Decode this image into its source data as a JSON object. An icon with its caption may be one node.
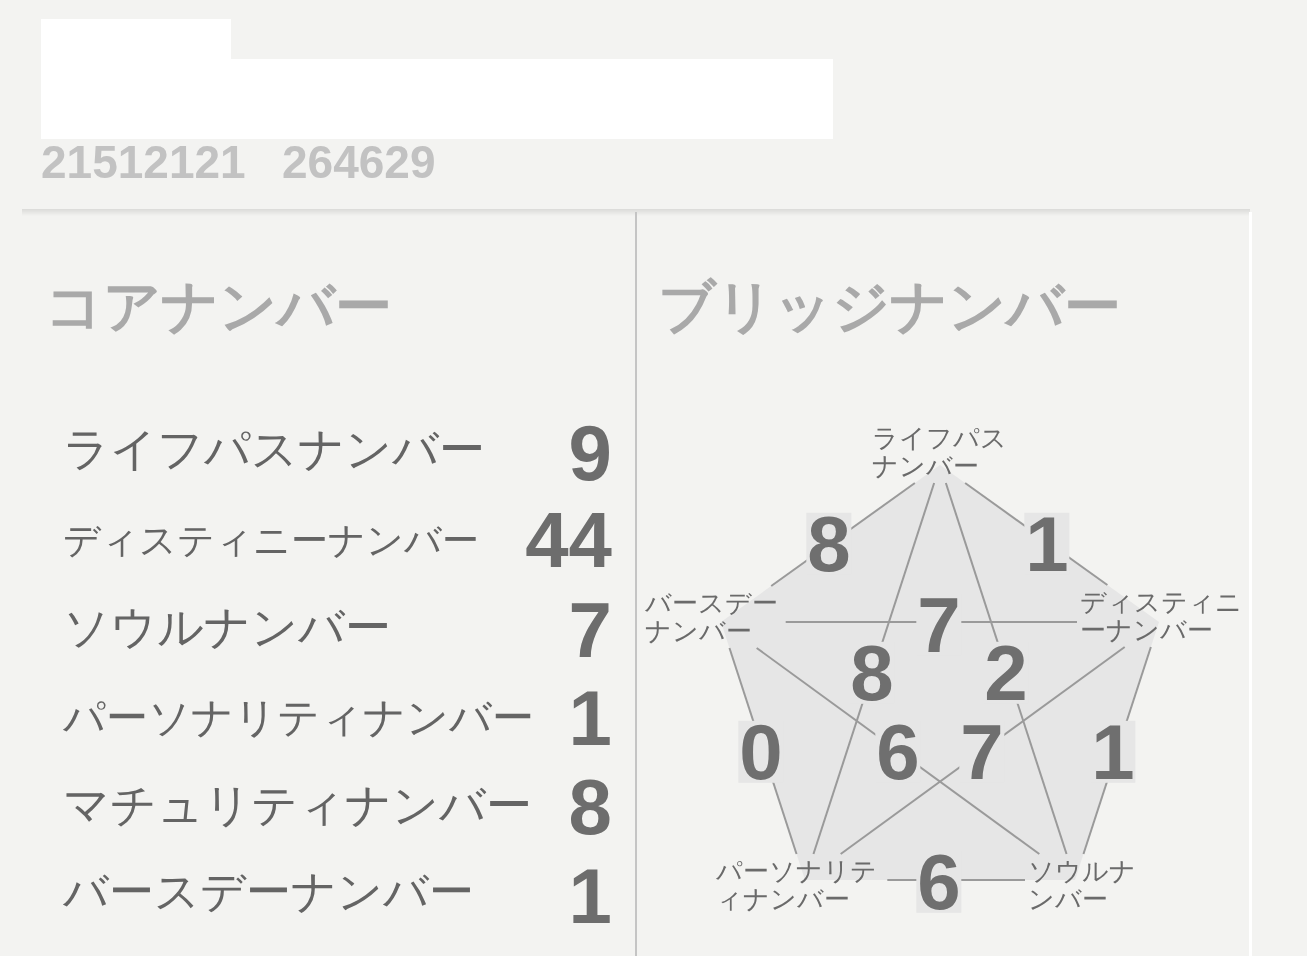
{
  "diagram": {
    "nodes": [
      {
        "text": [
          "ライフパスナンバー"
        ]
      },
      {
        "text": [
          "バースデーナンバー"
        ]
      },
      {
        "text": [
          "ディスティニーナンバー"
        ]
      },
      {
        "text": [
          "パーソナリティナンバー"
        ]
      },
      {
        "text": [
          "ソウルナンバー"
        ]
      }
    ],
    "edges": [
      {
        "from": 0,
        "to": 1,
        "arrow": "none",
        "label": "8"
      },
      {
        "from": 0,
        "to": 2,
        "arrow": "none",
        "label": "1"
      },
      {
        "from": 1,
        "to": 2,
        "arrow": "none",
        "label": "7"
      },
      {
        "from": 0,
        "to": 3,
        "arrow": "none",
        "label": "8"
      },
      {
        "from": 0,
        "to": 4,
        "arrow": "none",
        "label": "2"
      },
      {
        "from": 1,
        "to": 3,
        "arrow": "none",
        "label": "0"
      },
      {
        "from": 1,
        "to": 4,
        "arrow": "none",
        "label": "6"
      },
      {
        "from": 2,
        "to": 3,
        "arrow": "none",
        "label": "7"
      },
      {
        "from": 2,
        "to": 4,
        "arrow": "none",
        "label": "1"
      },
      {
        "from": 3,
        "to": 4,
        "arrow": "none",
        "label": "6"
      }
    ],
    "labels": [
      "21512121",
      "264629",
      "コアナンバー",
      "ブリッジナンバー",
      "ライフパスナンバー",
      "9",
      "ディスティニーナンバー",
      "44",
      "ソウルナンバー",
      "7",
      "パーソナリティナンバー",
      "1",
      "マチュリティナンバー",
      "8",
      "バースデーナンバー",
      "1"
    ]
  }
}
